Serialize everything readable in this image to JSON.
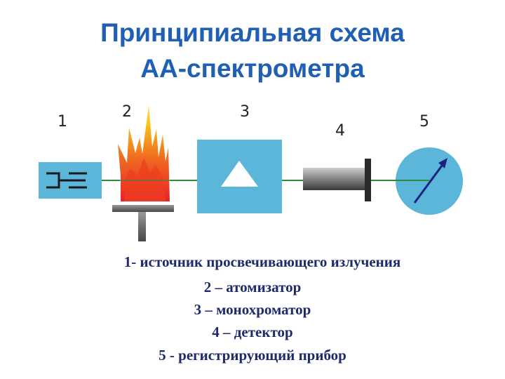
{
  "title": {
    "line1": "Принципиальная схема",
    "line2": "АА-спектрометра"
  },
  "diagram": {
    "labels": [
      "1",
      "2",
      "3",
      "4",
      "5"
    ],
    "colors": {
      "device_blue": "#5bb6d9",
      "beam_green": "#2e8b3a",
      "flame_red": "#e8232a",
      "flame_orange": "#f28a1e",
      "flame_yellow": "#f7d51d",
      "detector_gray": "#6f6f6f",
      "arrow_navy": "#1a237e"
    }
  },
  "legend": {
    "item1": "1- источник просвечивающего излучения",
    "item2": "2 – атомизатор",
    "item3": "3 – монохроматор",
    "item4": "4 – детектор",
    "item5": "5 - регистрирующий прибор"
  }
}
